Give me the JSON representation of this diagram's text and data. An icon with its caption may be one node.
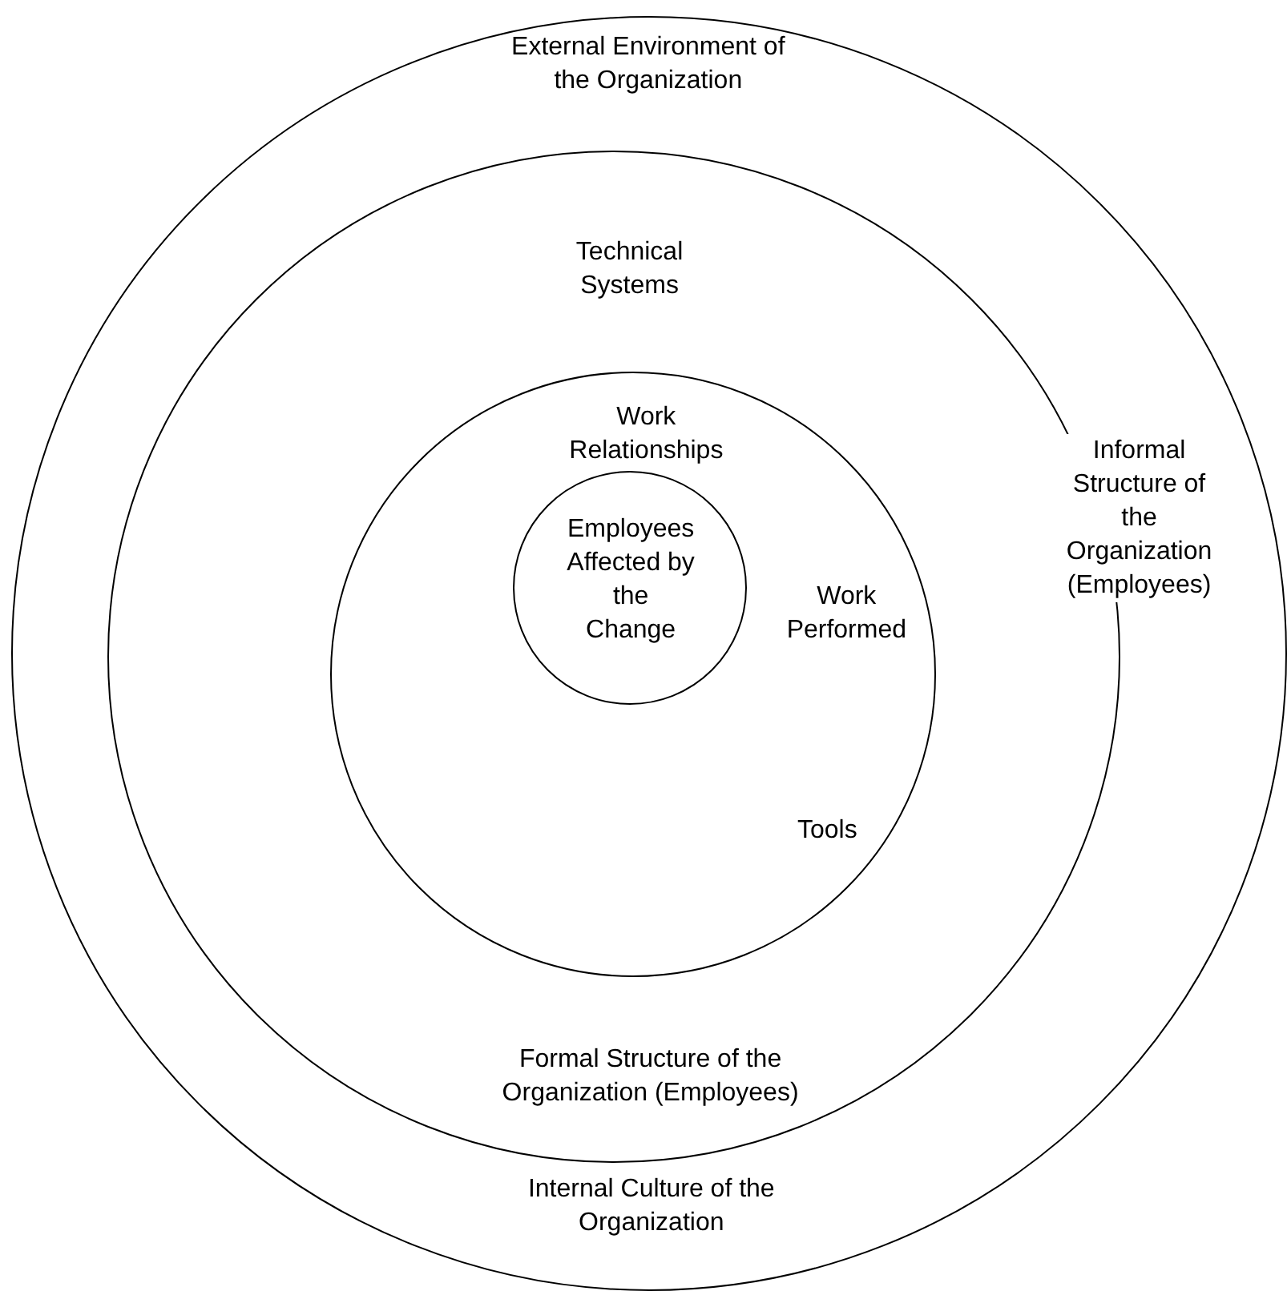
{
  "diagram": {
    "nodes": [
      {
        "text": [
          "External Environment of the Organization",
          "Internal Culture of the Organization"
        ]
      },
      {
        "text": [
          "Technical Systems",
          "Informal Structure of the Organization (Employees)",
          "Formal Structure of the Organization (Employees)"
        ],
        "in": 0
      },
      {
        "text": [
          "Work Relationships",
          "Work Performed",
          "Tools"
        ],
        "in": 1
      },
      {
        "text": [
          "Employees Affected by the Change"
        ],
        "in": 2
      }
    ]
  }
}
